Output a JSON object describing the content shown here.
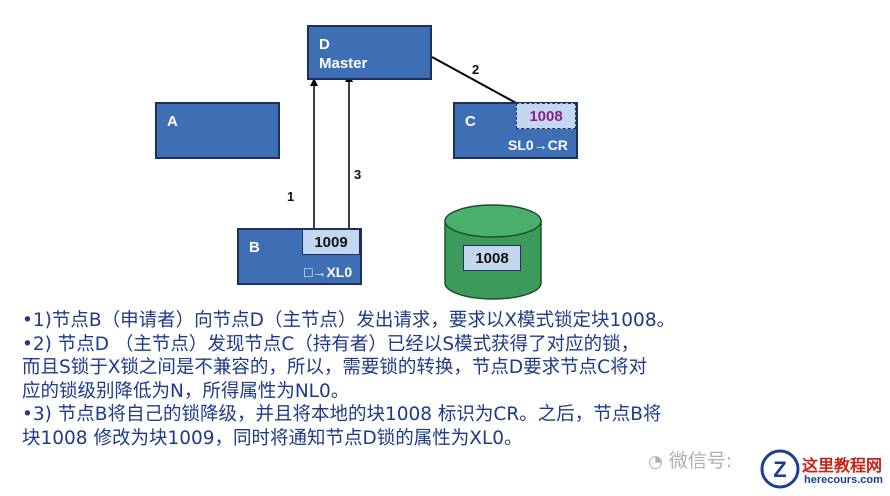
{
  "diagram": {
    "node_d": {
      "line1": "D",
      "line2": "Master"
    },
    "node_a": {
      "label": "A"
    },
    "node_c": {
      "label": "C",
      "block": "1008",
      "status": "SL0→CR"
    },
    "node_b": {
      "label": "B",
      "block": "1009",
      "status": "□→XL0"
    },
    "disk": {
      "block": "1008"
    },
    "edges": {
      "e1": "1",
      "e2": "2",
      "e3": "3"
    }
  },
  "description": [
    "•1)节点B（申请者）向节点D（主节点）发出请求，要求以X模式锁定块1008。",
    "•2) 节点D （主节点）发现节点C（持有者）已经以S模式获得了对应的锁，",
    "而且S锁于X锁之间是不兼容的，所以，需要锁的转换，节点D要求节点C将对",
    "应的锁级别降低为N，所得属性为NL0。",
    "•3) 节点B将自己的锁降级，并且将本地的块1008 标识为CR。之后，节点B将",
    "块1008 修改为块1009，同时将通知节点D锁的属性为XL0。"
  ],
  "watermark": {
    "text": "微信号:"
  },
  "logo": {
    "title": "这里教程网",
    "url": "herecours.com",
    "mark": "Z"
  },
  "colors": {
    "node_fill": "#3e6fb4",
    "block_fill": "#c4d7f1",
    "disk_fill": "#3c9a5a",
    "text_blue": "#1f3a8a",
    "purple_text": "#8a1e8a"
  }
}
